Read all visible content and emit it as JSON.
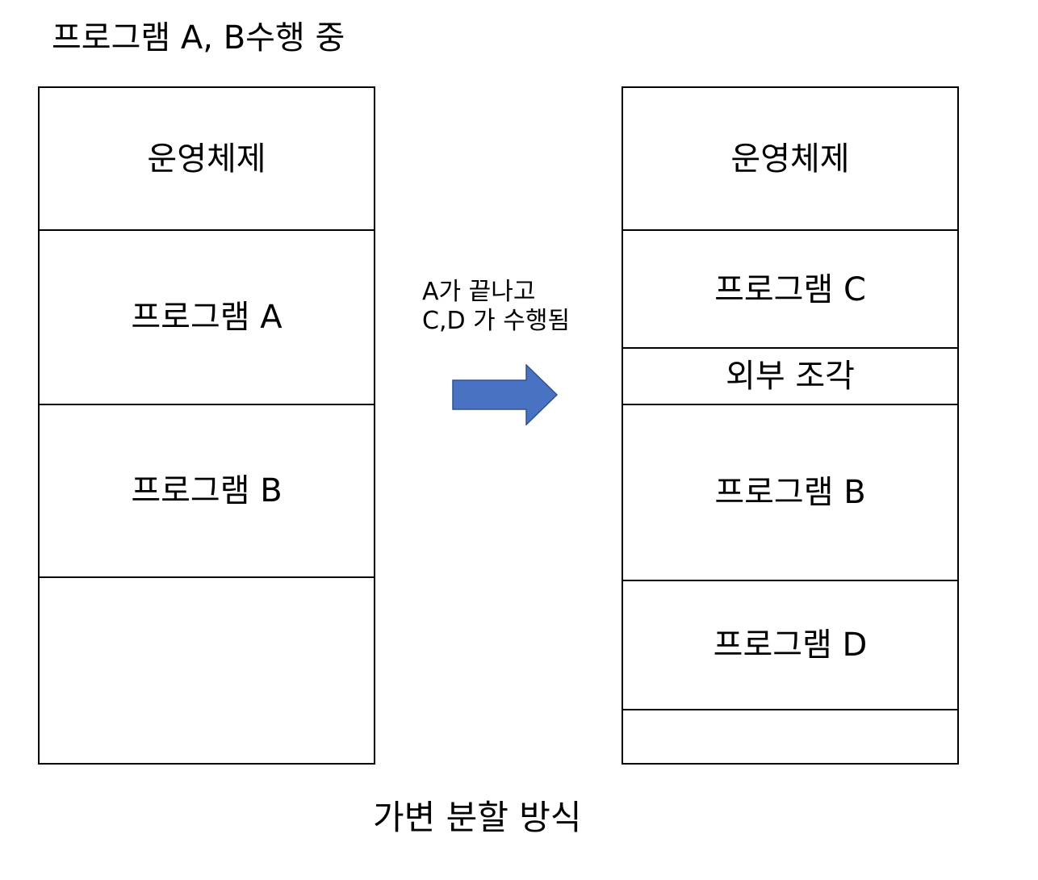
{
  "title": "프로그램 A, B수행 중",
  "left_memory": {
    "blocks": [
      {
        "label": "운영체제"
      },
      {
        "label": "프로그램 A"
      },
      {
        "label": "프로그램 B"
      },
      {
        "label": ""
      }
    ]
  },
  "transition": {
    "line1": "A가 끝나고",
    "line2": "C,D 가 수행됨",
    "arrow_color": "#4A72C2",
    "arrow_border": "#2F528F"
  },
  "right_memory": {
    "blocks": [
      {
        "label": "운영체제"
      },
      {
        "label": "프로그램 C"
      },
      {
        "label": "외부 조각"
      },
      {
        "label": "프로그램 B"
      },
      {
        "label": "프로그램 D"
      },
      {
        "label": ""
      }
    ]
  },
  "caption": "가변 분할 방식"
}
